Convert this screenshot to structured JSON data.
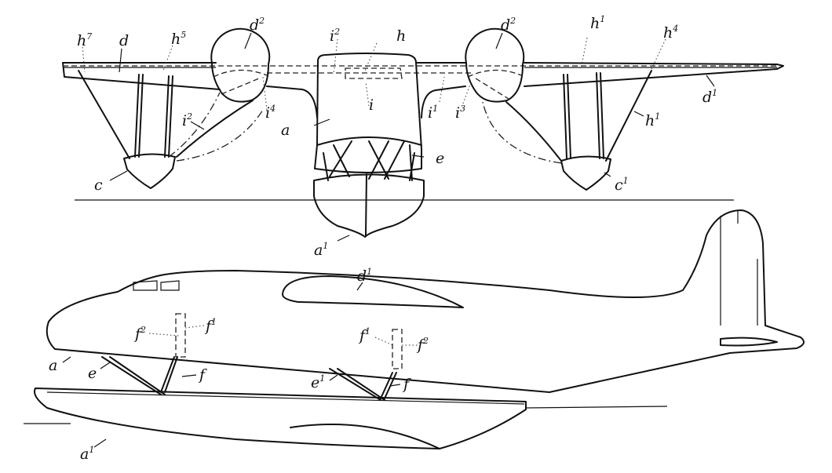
{
  "figure": {
    "front_view_labels": {
      "h7": "h7",
      "d": "d",
      "h5": "h5",
      "d2_left": "d2",
      "i2_top": "i2",
      "h": "h",
      "d2_right": "d2",
      "h1_top": "h1",
      "h4": "h4",
      "d1": "d1",
      "i2_left": "i2",
      "i4": "i4",
      "a": "a",
      "i": "i",
      "i1": "i1",
      "i3": "i3",
      "h1_right": "h1",
      "c": "c",
      "e": "e",
      "c1": "c1",
      "a1": "a1"
    },
    "side_view_labels": {
      "d1": "d1",
      "f2_left": "f2",
      "f1_left": "f1",
      "a": "a",
      "e": "e",
      "f_left": "f",
      "f1_right": "f1",
      "f2_right": "f2",
      "e1": "e1",
      "f_right": "f",
      "a1": "a1"
    }
  }
}
